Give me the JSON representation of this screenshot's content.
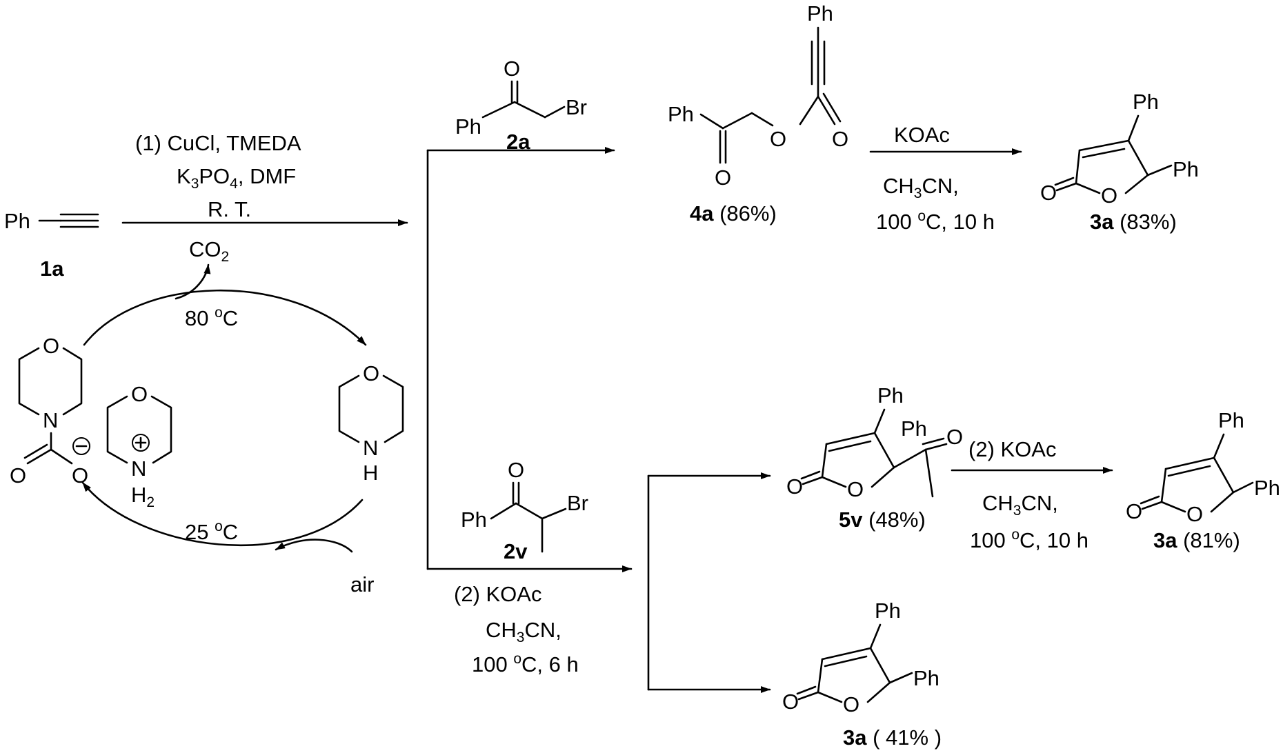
{
  "start": {
    "ph": "Ph",
    "label": "1a"
  },
  "cond1": {
    "line1": "(1) CuCl, TMEDA",
    "k": "K",
    "k_sub": "3",
    "po": "PO",
    "po_sub": "4",
    "dmf": ", DMF",
    "rt": "R. T."
  },
  "co2": {
    "co": "CO",
    "sub": "2"
  },
  "cycle": {
    "temp_top": "80 ",
    "temp_top_deg": "o",
    "temp_top_unit": "C",
    "temp_bottom": "25 ",
    "temp_bottom_deg": "o",
    "temp_bottom_unit": "C",
    "air": "air",
    "o": "O",
    "n": "N",
    "nh": "N",
    "h": "H",
    "h2": "H",
    "h2_sub": "2",
    "minus": "−",
    "plus": "+"
  },
  "top_branch": {
    "reagent_label": "2a",
    "ph": "Ph",
    "br": "Br",
    "o": "O",
    "product_label": "4a",
    "product_yield": " (86%)",
    "cond_reagent": "KOAc",
    "cond_solvent": "CH",
    "cond_solvent_sub": "3",
    "cond_solvent_end": "CN,",
    "cond_temp": "100 ",
    "cond_temp_deg": "o",
    "cond_temp_end": "C, 10 h",
    "final_label": "3a",
    "final_yield": " (83%)"
  },
  "bottom_branch": {
    "reagent_label": "2v",
    "ph": "Ph",
    "br": "Br",
    "o": "O",
    "cond_reagent": "(2) KOAc",
    "cond_solvent": "CH",
    "cond_solvent_sub": "3",
    "cond_solvent_end": "CN,",
    "cond_temp": "100 ",
    "cond_temp_deg": "o",
    "cond_temp_end": "C, 6 h",
    "mid_label": "5v",
    "mid_yield": " (48%)",
    "step2_reagent": "(2) KOAc",
    "step2_solvent": "CH",
    "step2_solvent_sub": "3",
    "step2_solvent_end": "CN,",
    "step2_temp": "100 ",
    "step2_temp_deg": "o",
    "step2_temp_end": "C, 10 h",
    "final_label": "3a",
    "final_yield": " (81%)",
    "direct_label": "3a",
    "direct_yield": " ( 41% )"
  }
}
